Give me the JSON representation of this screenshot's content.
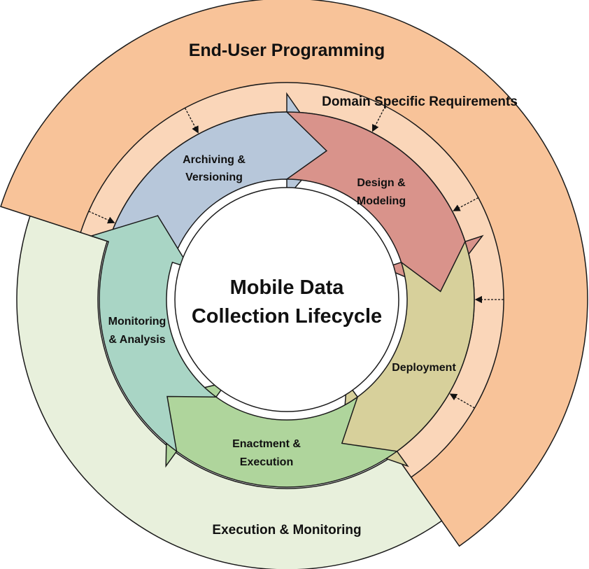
{
  "title": "End-User Programming",
  "center": {
    "line1": "Mobile Data",
    "line2": "Collection Lifecycle"
  },
  "bands": {
    "domain": "Domain Specific Requirements",
    "execution": "Execution & Monitoring"
  },
  "segments": [
    {
      "id": "archiving",
      "line1": "Archiving &",
      "line2": "Versioning",
      "color": "#b7c7da"
    },
    {
      "id": "design",
      "line1": "Design &",
      "line2": "Modeling",
      "color": "#d9938b"
    },
    {
      "id": "deployment",
      "line1": "Deployment",
      "line2": "",
      "color": "#d7d09b"
    },
    {
      "id": "enactment",
      "line1": "Enactment &",
      "line2": "Execution",
      "color": "#afd59c"
    },
    {
      "id": "monitoring",
      "line1": "Monitoring",
      "line2": "& Analysis",
      "color": "#a9d5c5"
    }
  ],
  "colors": {
    "outer_band": "#f8c399",
    "requirements_band": "#fad6b9",
    "execution_band": "#e8f0dc",
    "stroke": "#1a1a1a"
  }
}
